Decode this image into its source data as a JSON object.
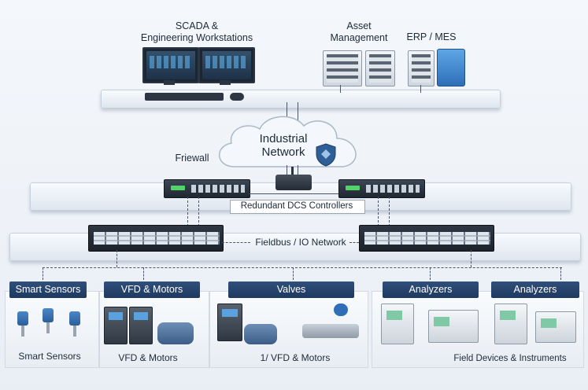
{
  "top_tier": {
    "scada_label": "SCADA &\nEngineering Workstations",
    "asset_label": "Asset\nManagement",
    "erp_label": "ERP / MES"
  },
  "network": {
    "cloud_label": "Industrial\nNetwork",
    "firewall_label": "Friewall"
  },
  "control_tier": {
    "dcs_label": "Redundant DCS Controllers"
  },
  "io_tier": {
    "fieldbus_label": "Fieldbus / IO Network"
  },
  "field": {
    "headers": [
      "Smart Sensors",
      "VFD & Motors",
      "Valves",
      "Analyzers",
      "Analyzers"
    ],
    "captions": [
      "Smart Sensors",
      "VFD & Motors",
      "1/ VFD & Motors",
      "Field Devices & Instruments"
    ]
  },
  "colors": {
    "header_bg": "#1f3a60",
    "accent_blue": "#2a5e9a",
    "line": "#4a5666"
  }
}
